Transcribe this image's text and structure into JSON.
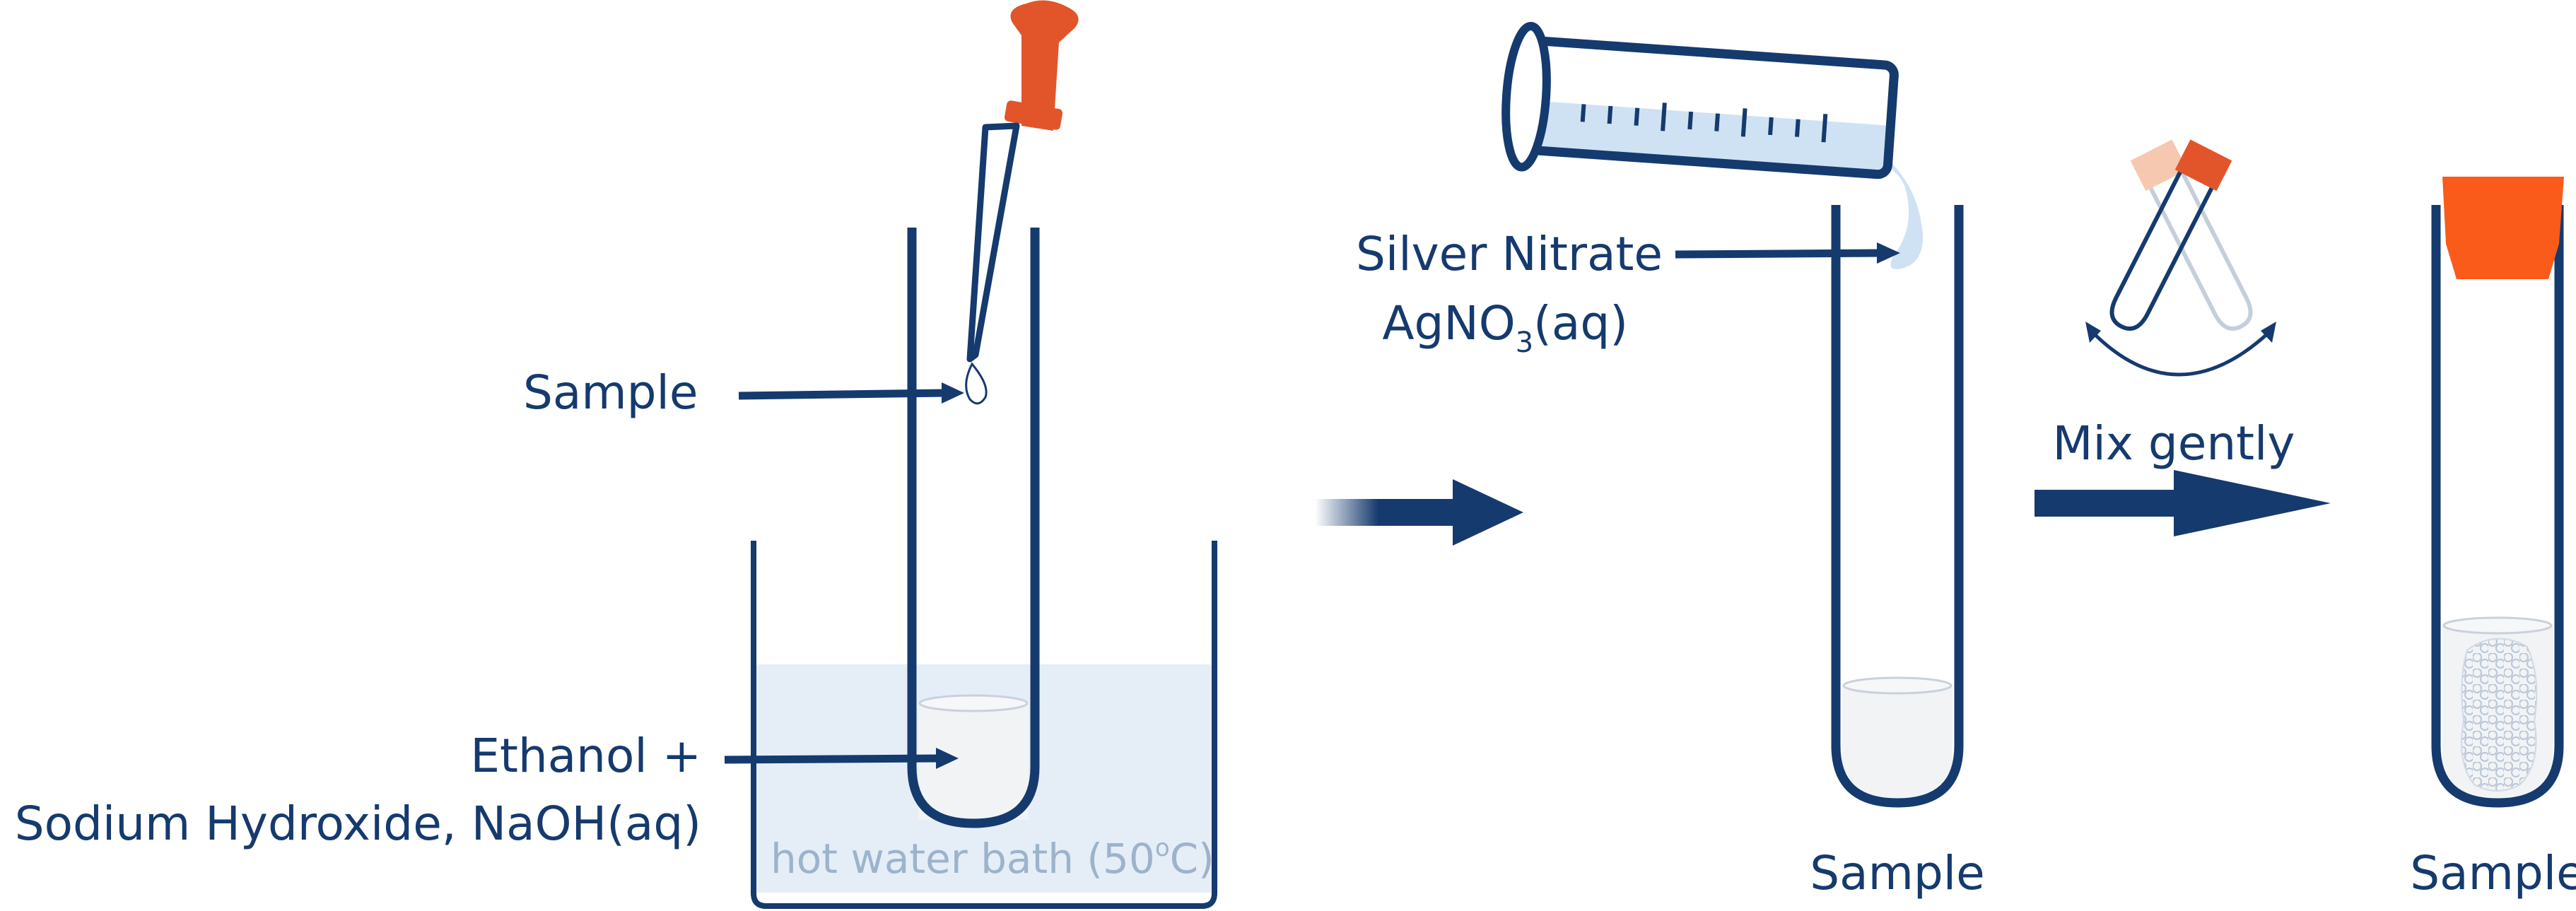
{
  "labels": {
    "sample_dropper": "Sample",
    "ethanol_line1": "Ethanol +",
    "ethanol_line2": "Sodium Hydroxide, NaOH(aq)",
    "bath": "hot water bath (50",
    "bath_degree": "o",
    "bath_unit": "C)",
    "silver_line1": "Silver Nitrate",
    "silver_formula_a": "AgNO",
    "silver_formula_sub": "3",
    "silver_formula_b": "(aq)",
    "mix": "Mix gently",
    "sample_tube2": "Sample",
    "sample_tube3": "Sample"
  },
  "colors": {
    "navy": "#153a6e",
    "orange": "#e2552a",
    "orange_light": "#f7c8b0",
    "water": "#e5eef7",
    "water_light": "#cfe2f3",
    "liquid": "#f1f3f5",
    "precipitate": "#b9c6d8"
  },
  "icons": [
    "dropper-icon",
    "test-tube-icon",
    "beaker-icon",
    "graduated-cylinder-icon",
    "arrow-icon",
    "curved-arrow-icon",
    "stopper-icon"
  ]
}
